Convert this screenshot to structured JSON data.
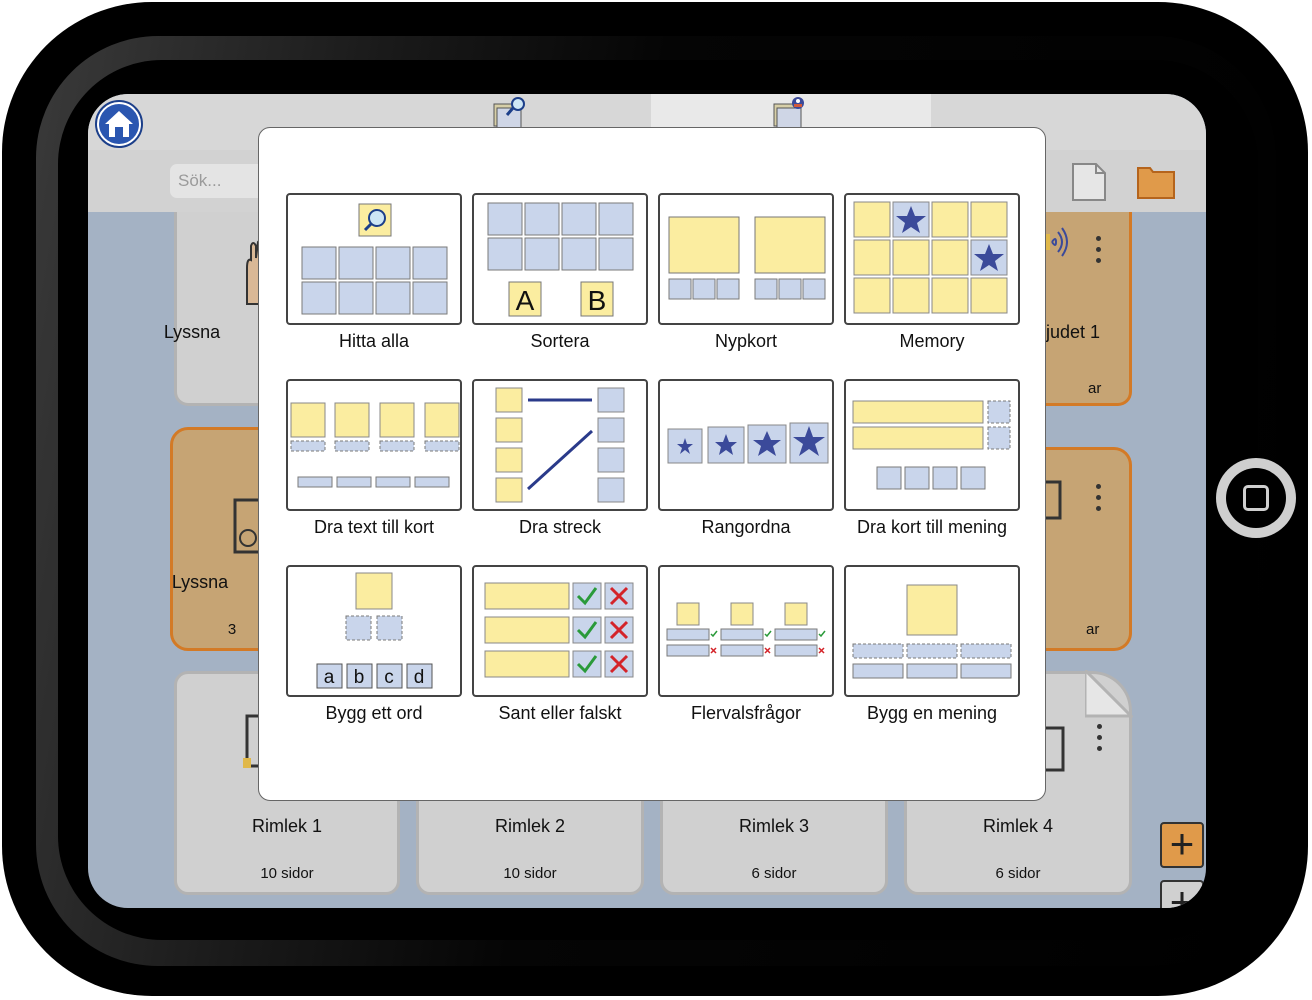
{
  "search": {
    "placeholder": "Sök..."
  },
  "background_cards": [
    {
      "id": "r1c1",
      "title": "Lyssna"
    },
    {
      "id": "r1c4",
      "title": "judet 1",
      "pages": "ar"
    },
    {
      "id": "r2c1",
      "title": "Lyssna",
      "pages": "3"
    },
    {
      "id": "r2c4",
      "pages": "ar"
    },
    {
      "id": "r3c1",
      "title": "Rimlek 1",
      "pages": "10 sidor"
    },
    {
      "id": "r3c2",
      "title": "Rimlek 2",
      "pages": "10 sidor"
    },
    {
      "id": "r3c3",
      "title": "Rimlek 3",
      "pages": "6 sidor"
    },
    {
      "id": "r3c4",
      "title": "Rimlek 4",
      "pages": "6 sidor"
    }
  ],
  "game_picker": {
    "games": [
      {
        "label": "Hitta alla"
      },
      {
        "label": "Sortera",
        "letters": [
          "A",
          "B"
        ]
      },
      {
        "label": "Nypkort"
      },
      {
        "label": "Memory"
      },
      {
        "label": "Dra text till kort"
      },
      {
        "label": "Dra streck"
      },
      {
        "label": "Rangordna"
      },
      {
        "label": "Dra kort till mening"
      },
      {
        "label": "Bygg ett ord",
        "letters": [
          "a",
          "b",
          "c",
          "d"
        ]
      },
      {
        "label": "Sant eller falskt"
      },
      {
        "label": "Flervalsfrågor"
      },
      {
        "label": "Bygg en mening"
      }
    ]
  },
  "colors": {
    "card_yellow": "#fbeda0",
    "card_blue": "#c9d5eb",
    "star_blue": "#3b4a9a",
    "folder_orange": "#d37a26",
    "check_green": "#2a9a3a",
    "cross_red": "#d4242a"
  }
}
